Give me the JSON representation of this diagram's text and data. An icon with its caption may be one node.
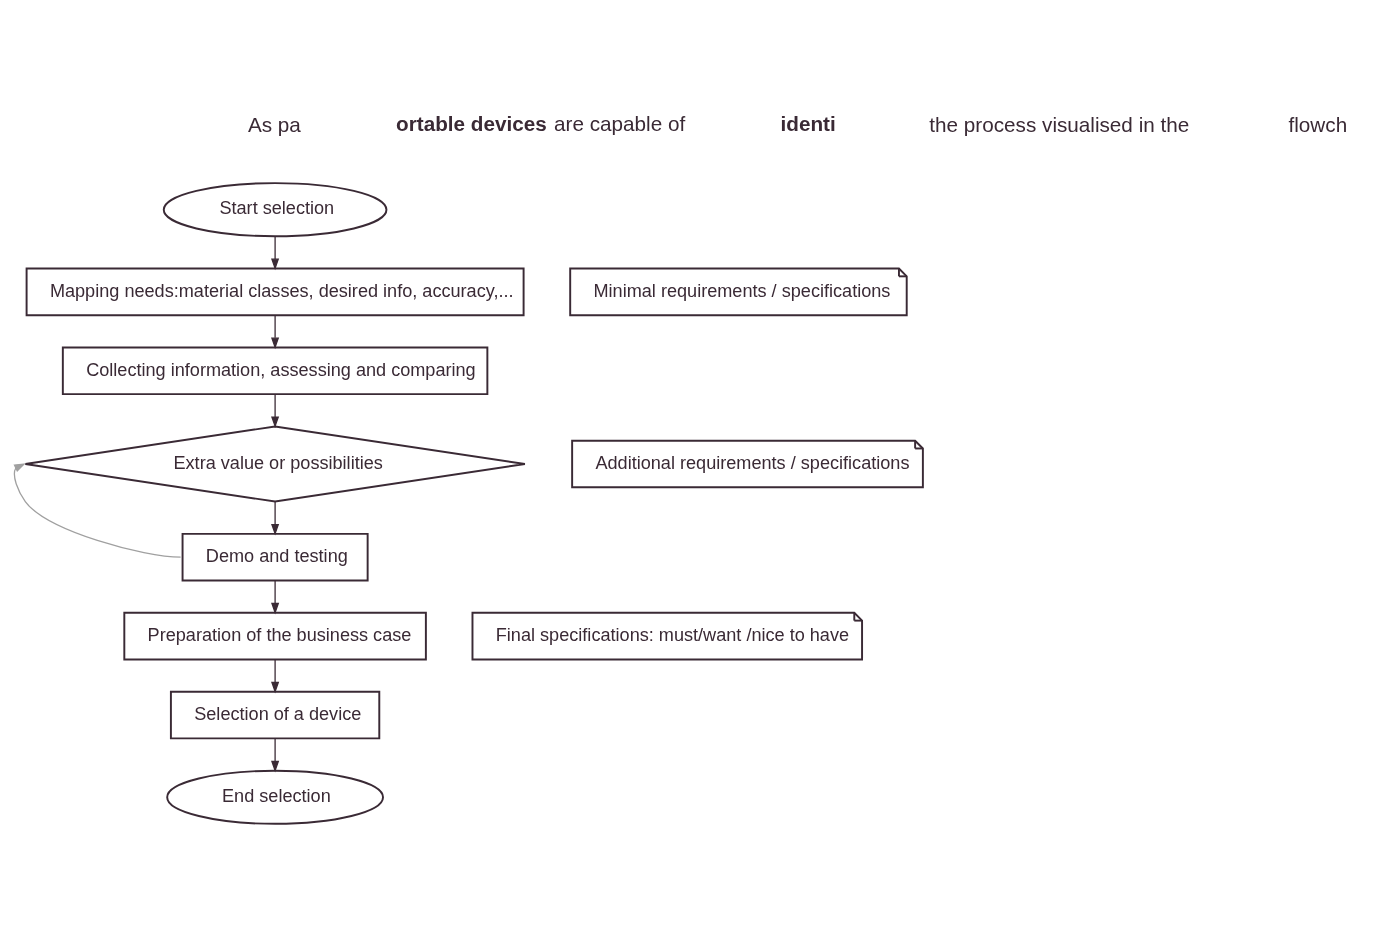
{
  "diagram": {
    "nodes": [
      {
        "text": [
          "Start selection"
        ]
      },
      {
        "text": [
          "Mapping needs:material classes, desired info, accuracy,..."
        ]
      },
      {
        "text": [
          "Minimal requirements / specifications"
        ]
      },
      {
        "text": [
          "Collecting information, assessing and comparing"
        ]
      },
      {
        "text": [
          "Extra value or possibilities"
        ]
      },
      {
        "text": [
          "Additional requirements / specifications"
        ]
      },
      {
        "text": [
          "Demo and testing"
        ]
      },
      {
        "text": [
          "Final specifications: must/want /nice to have"
        ]
      },
      {
        "text": [
          "Preparation of the business case"
        ]
      },
      {
        "text": [
          "Selection of a device"
        ]
      },
      {
        "text": [
          "End selection"
        ]
      }
    ],
    "edges": [
      {
        "from": 0,
        "to": 1,
        "arrow": "to"
      },
      {
        "from": 1,
        "to": 3,
        "arrow": "to"
      },
      {
        "from": 3,
        "to": 4,
        "arrow": "to"
      },
      {
        "from": 4,
        "to": 6,
        "arrow": "to"
      },
      {
        "from": 6,
        "to": 4,
        "arrow": "to",
        "color": "#a0a0a0"
      },
      {
        "from": 6,
        "to": 8,
        "arrow": "to"
      },
      {
        "from": 8,
        "to": 9,
        "arrow": "to"
      },
      {
        "from": 9,
        "to": 10,
        "arrow": "to"
      }
    ],
    "labels": [
      "As pa",
      "**ortable devices** are capable of",
      "**identi**",
      "the process visualised in the",
      "flowch"
    ]
  }
}
